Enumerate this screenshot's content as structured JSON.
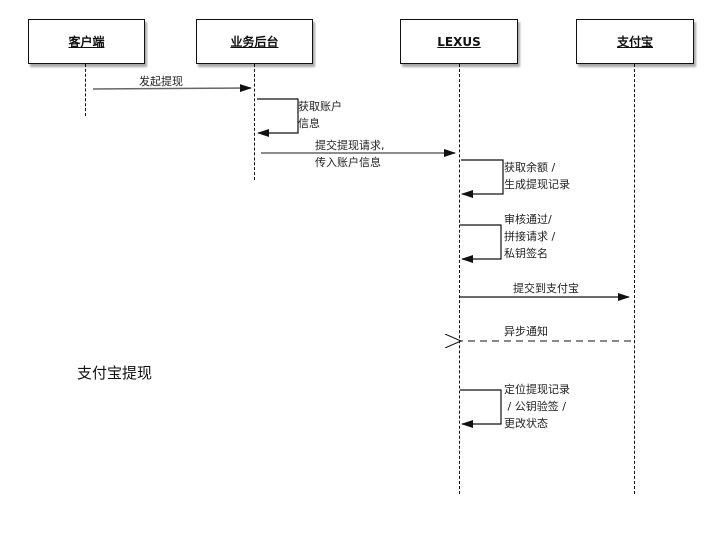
{
  "diagram": {
    "title": "支付宝提现",
    "actors": [
      {
        "id": "client",
        "label": "客户端"
      },
      {
        "id": "backend",
        "label": "业务后台"
      },
      {
        "id": "lexus",
        "label": "LEXUS"
      },
      {
        "id": "alipay",
        "label": "支付宝"
      }
    ],
    "messages": [
      {
        "from": "client",
        "to": "backend",
        "type": "sync",
        "label": "发起提现"
      },
      {
        "from": "backend",
        "to": "backend",
        "type": "self",
        "label": "获取账户\n信息"
      },
      {
        "from": "backend",
        "to": "lexus",
        "type": "sync",
        "label": "提交提现请求,\n传入账户信息"
      },
      {
        "from": "lexus",
        "to": "lexus",
        "type": "self",
        "label": "获取余额 /\n生成提现记录"
      },
      {
        "from": "lexus",
        "to": "lexus",
        "type": "self",
        "label": "审核通过/\n拼接请求 /\n私钥签名"
      },
      {
        "from": "lexus",
        "to": "alipay",
        "type": "sync",
        "label": "提交到支付宝"
      },
      {
        "from": "alipay",
        "to": "lexus",
        "type": "async-return",
        "label": "异步通知"
      },
      {
        "from": "lexus",
        "to": "lexus",
        "type": "self",
        "label": "定位提现记录\n / 公钥验签 /\n更改状态"
      }
    ]
  }
}
